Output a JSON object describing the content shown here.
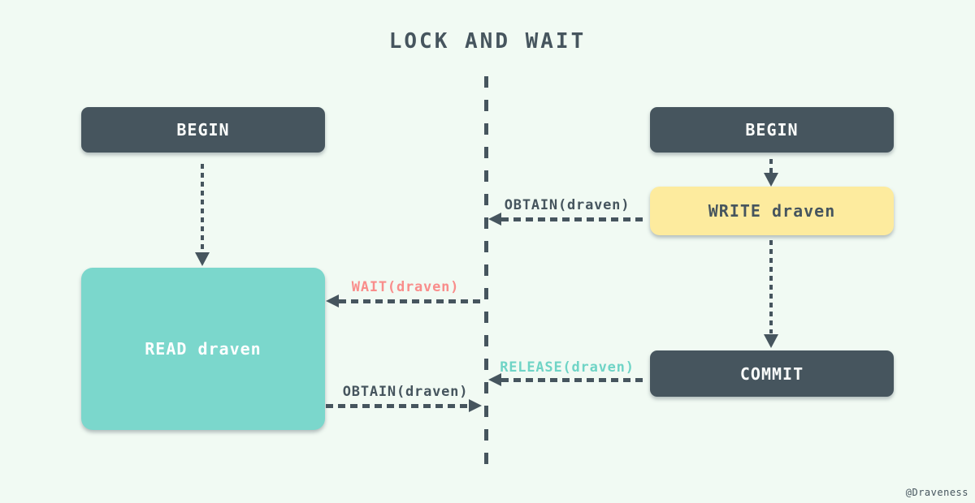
{
  "title": "LOCK AND WAIT",
  "watermark": "@Draveness",
  "colors": {
    "background": "#f1faf3",
    "slate": "#46555e",
    "teal_box": "#7bd7cc",
    "yellow_box": "#fdeb9e",
    "wait_label": "#f98d8b",
    "release_label": "#6fd4c6"
  },
  "left_lane": {
    "begin_label": "BEGIN",
    "read_label": "READ draven"
  },
  "right_lane": {
    "begin_label": "BEGIN",
    "write_label": "WRITE draven",
    "commit_label": "COMMIT"
  },
  "messages": [
    {
      "label": "OBTAIN(draven)",
      "direction": "left",
      "from": "WRITE draven",
      "to": "lifeline"
    },
    {
      "label": "WAIT(draven)",
      "direction": "left",
      "from": "lifeline",
      "to": "READ draven"
    },
    {
      "label": "RELEASE(draven)",
      "direction": "left",
      "from": "COMMIT",
      "to": "lifeline"
    },
    {
      "label": "OBTAIN(draven)",
      "direction": "right",
      "from": "READ draven",
      "to": "lifeline"
    }
  ]
}
